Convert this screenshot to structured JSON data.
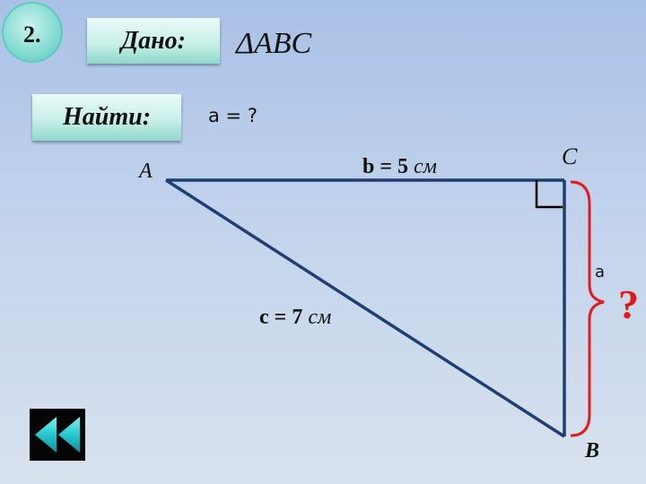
{
  "badge": {
    "number": "2."
  },
  "given": {
    "label": "Дано:",
    "value": "ΔABC"
  },
  "find": {
    "label": "Найти:",
    "value": "a = ?"
  },
  "vertices": {
    "A": "A",
    "B": "B",
    "C": "C"
  },
  "sides": {
    "b_name": "b = 5 ",
    "b_unit": "см",
    "c_name": "c = 7 ",
    "c_unit": "см",
    "a_name": "a"
  },
  "unknown_mark": "?",
  "colors": {
    "triangle": "#1f3f73",
    "brace": "#e31b1b",
    "button_glyph": "#2ad0d6",
    "box_fill": "#c9efe8"
  },
  "nav_button": {
    "icon": "rewind-icon"
  }
}
